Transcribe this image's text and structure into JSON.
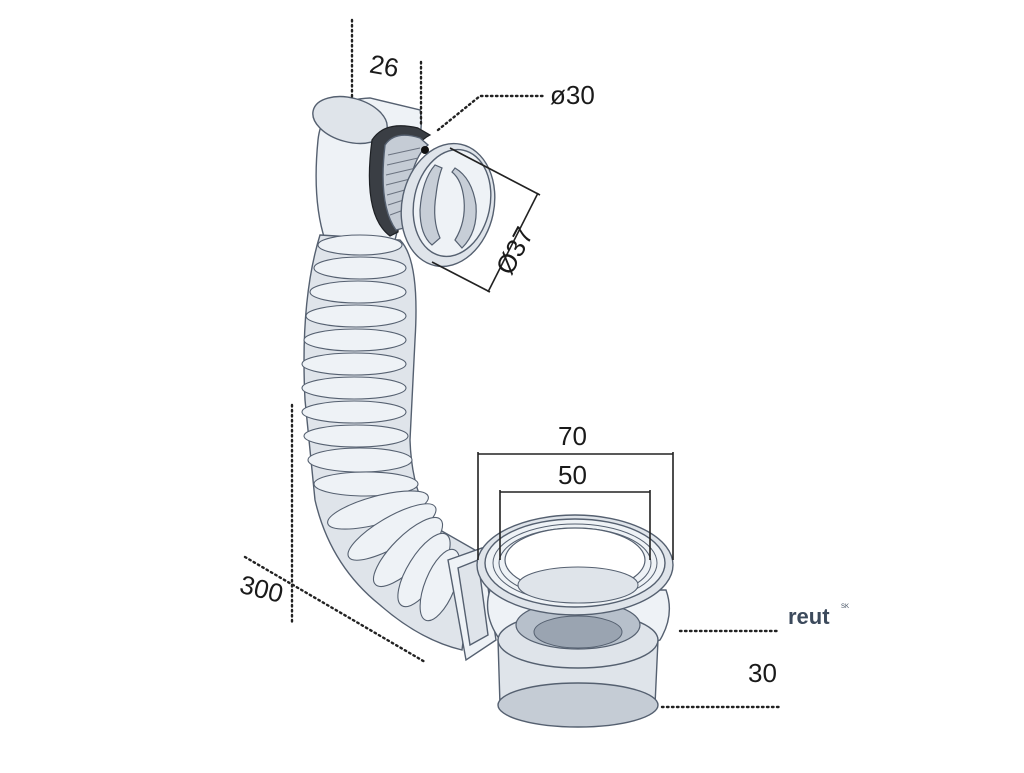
{
  "dimensions": {
    "dim_26": "26",
    "dim_d30": "ø30",
    "dim_d37": "Ø37",
    "dim_70": "70",
    "dim_50": "50",
    "dim_300": "300",
    "dim_30": "30"
  },
  "logo": {
    "text": "reut",
    "sup": "SK"
  },
  "colors": {
    "metal_light": "#eef2f6",
    "metal": "#dfe4ea",
    "metal_dark": "#c5ccd5",
    "outline": "#556070",
    "gasket": "#3a3e44",
    "logo": "#3c4a5c"
  }
}
